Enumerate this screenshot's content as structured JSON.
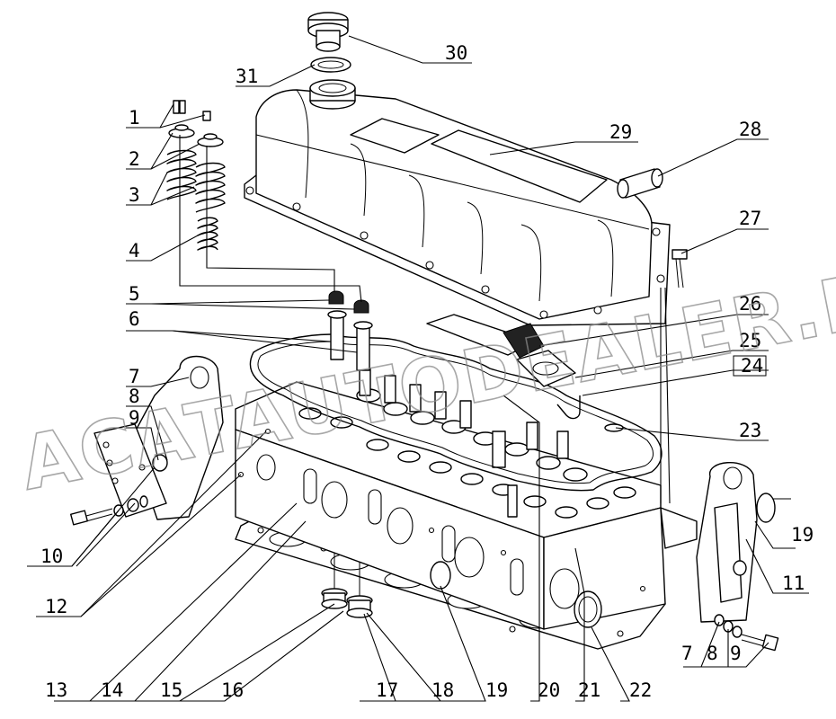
{
  "watermark": "ACATAUTODEALER.RU",
  "callouts": [
    "1",
    "2",
    "3",
    "4",
    "5",
    "6",
    "7",
    "8",
    "9",
    "10",
    "11",
    "12",
    "13",
    "14",
    "15",
    "16",
    "17",
    "18",
    "19",
    "19",
    "20",
    "21",
    "22",
    "23",
    "24",
    "25",
    "26",
    "27",
    "28",
    "29",
    "30",
    "31",
    "7",
    "8",
    "9"
  ]
}
